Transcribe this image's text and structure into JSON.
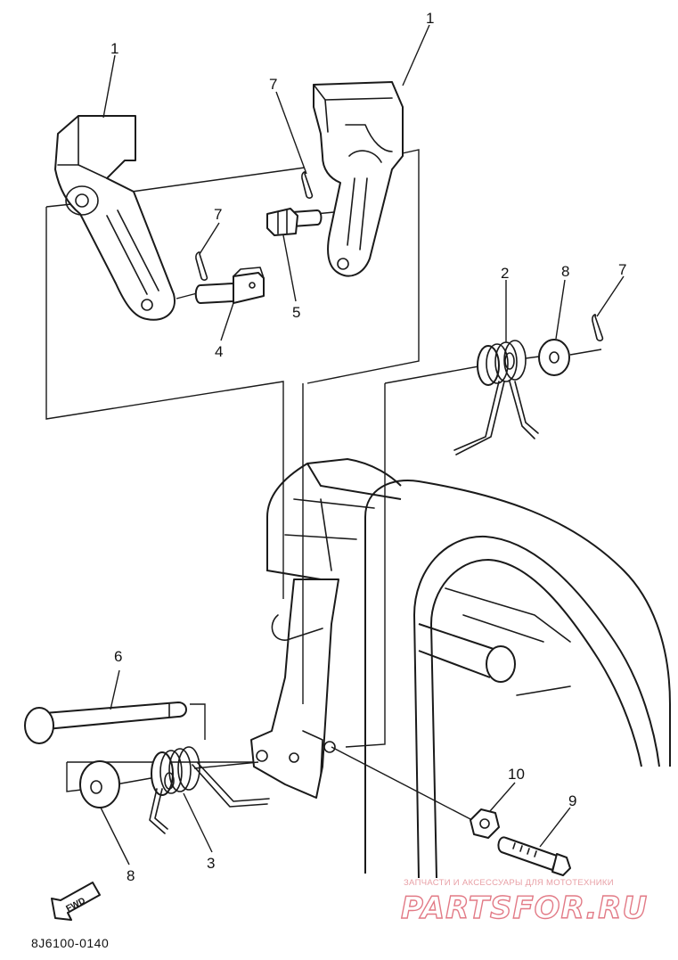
{
  "diagram": {
    "callouts": {
      "c1a": "1",
      "c1b": "1",
      "c2": "2",
      "c3": "3",
      "c4": "4",
      "c5": "5",
      "c6": "6",
      "c7a": "7",
      "c7b": "7",
      "c7c": "7",
      "c8a": "8",
      "c8b": "8",
      "c9": "9",
      "c10": "10"
    },
    "fwd_label": "FWD",
    "drawing_code": "8J6100-0140"
  },
  "watermark": {
    "tagline": "ЗАПЧАСТИ И АКСЕССУАРЫ ДЛЯ МОТОТЕХНИКИ",
    "logo_text": "PARTSFOR.RU"
  },
  "colors": {
    "ink": "#1a1a1a",
    "watermark": "#e27a86",
    "background": "#ffffff"
  }
}
